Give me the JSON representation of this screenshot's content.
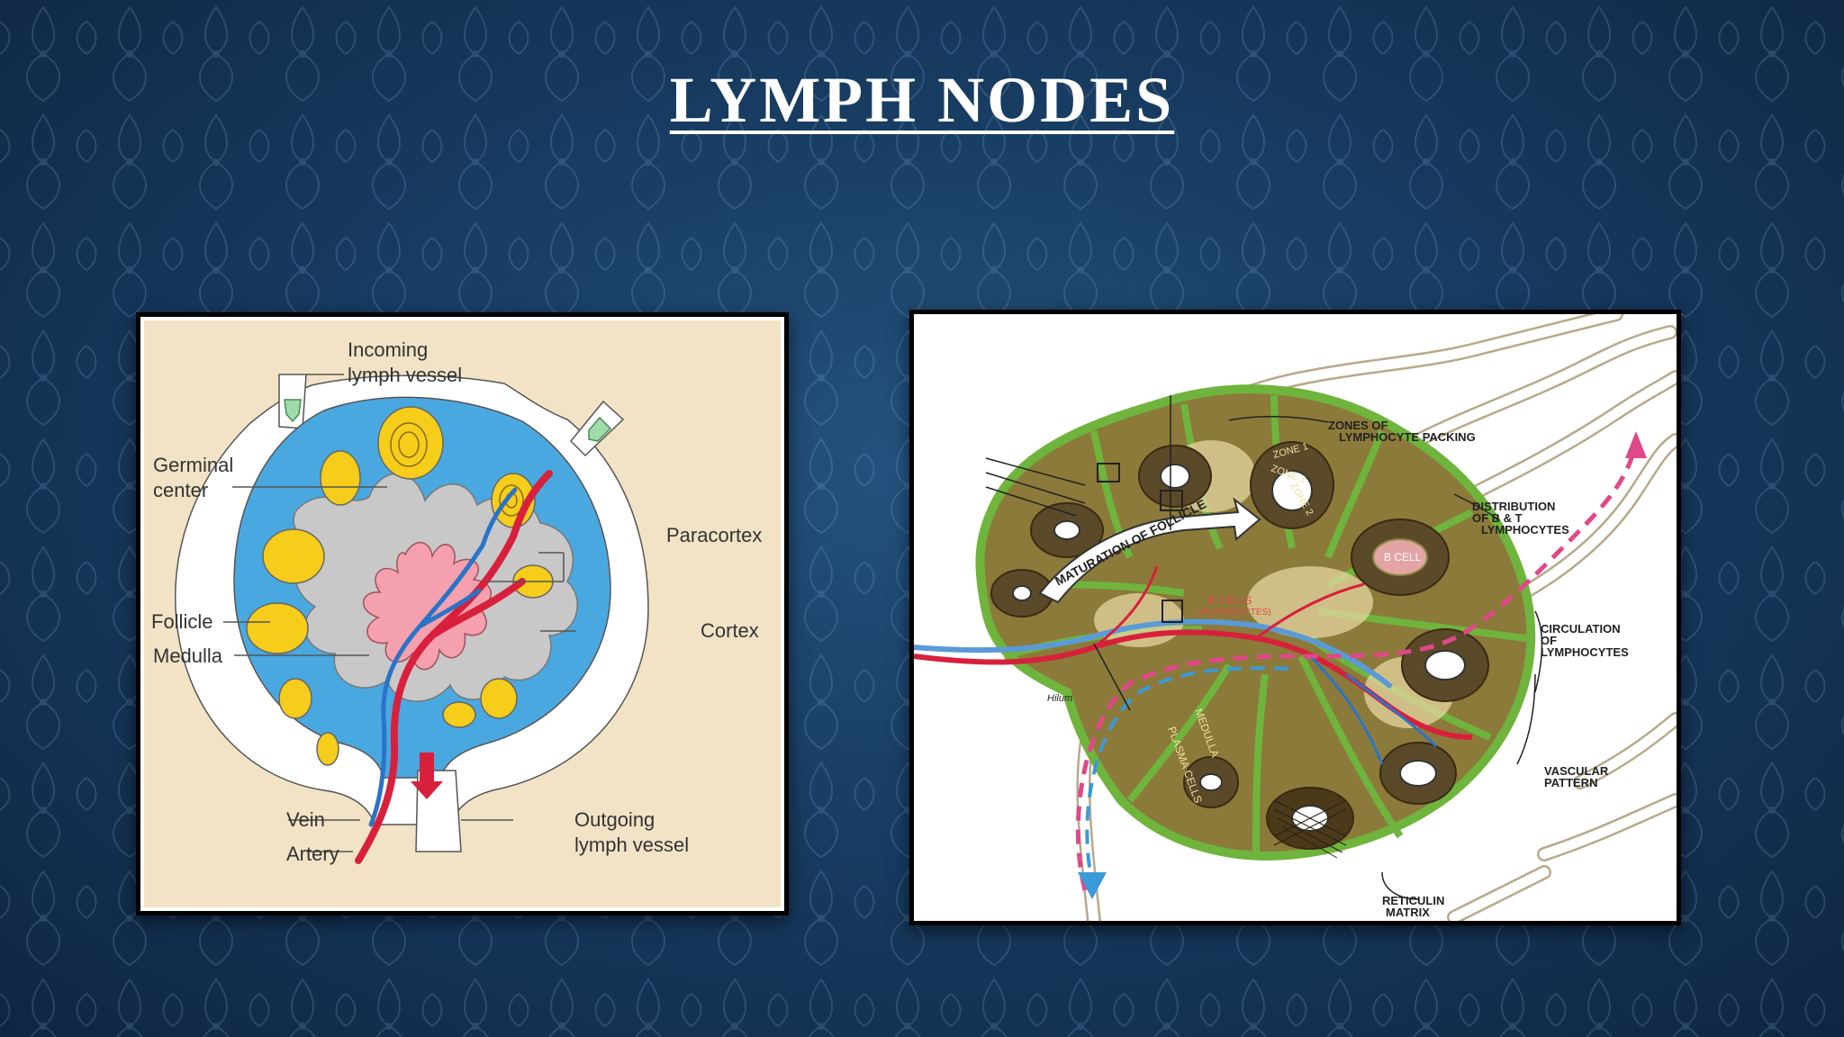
{
  "slide": {
    "title": "LYMPH NODES"
  },
  "left_diagram": {
    "labels": {
      "incoming_lymph_vessel_1": "Incoming",
      "incoming_lymph_vessel_2": "lymph vessel",
      "germinal_center_1": "Germinal",
      "germinal_center_2": "center",
      "paracortex": "Paracortex",
      "follicle": "Follicle",
      "cortex": "Cortex",
      "medulla": "Medulla",
      "vein": "Vein",
      "artery": "Artery",
      "outgoing_lymph_vessel_1": "Outgoing",
      "outgoing_lymph_vessel_2": "lymph vessel"
    }
  },
  "right_diagram": {
    "labels": {
      "zones_1": "ZONES OF",
      "zones_2": "LYMPHOCYTE PACKING",
      "distribution_1": "DISTRIBUTION",
      "distribution_2": "OF B & T",
      "distribution_3": "LYMPHOCYTES",
      "circulation_1": "CIRCULATION",
      "circulation_2": "OF",
      "circulation_3": "LYMPHOCYTES",
      "vascular_1": "VASCULAR",
      "vascular_2": "PATTERN",
      "reticulin_1": "RETICULIN",
      "reticulin_2": "MATRIX",
      "maturation": "MATURATION OF FOLLICLE",
      "b_cells": "B CELLS",
      "plasmacytes": "(PLASMACYTES)",
      "b_cell_zone": "B CELL",
      "zone_1": "ZONE 1",
      "zone_2": "ZONE 2",
      "zone_3": "ZONE 3",
      "medullary_1": "MEDULLA",
      "medullary_2": "PLASMA CELLS",
      "hilum": "Hilum"
    }
  },
  "colors": {
    "background": "#183c62",
    "title": "#ffffff",
    "left_panel": "#f2e3c6",
    "cortex_blue": "#4aa8e0",
    "paracortex_grey": "#c8c8c8",
    "medulla_pink": "#f4a0ae",
    "follicle_yellow": "#f5cd1a",
    "vessel_red": "#d8203c",
    "vessel_blue": "#2a74c8",
    "capsule_green": "#6fb43c",
    "tissue_olive": "#8b7a3a",
    "lymph_pink": "#e04888"
  }
}
